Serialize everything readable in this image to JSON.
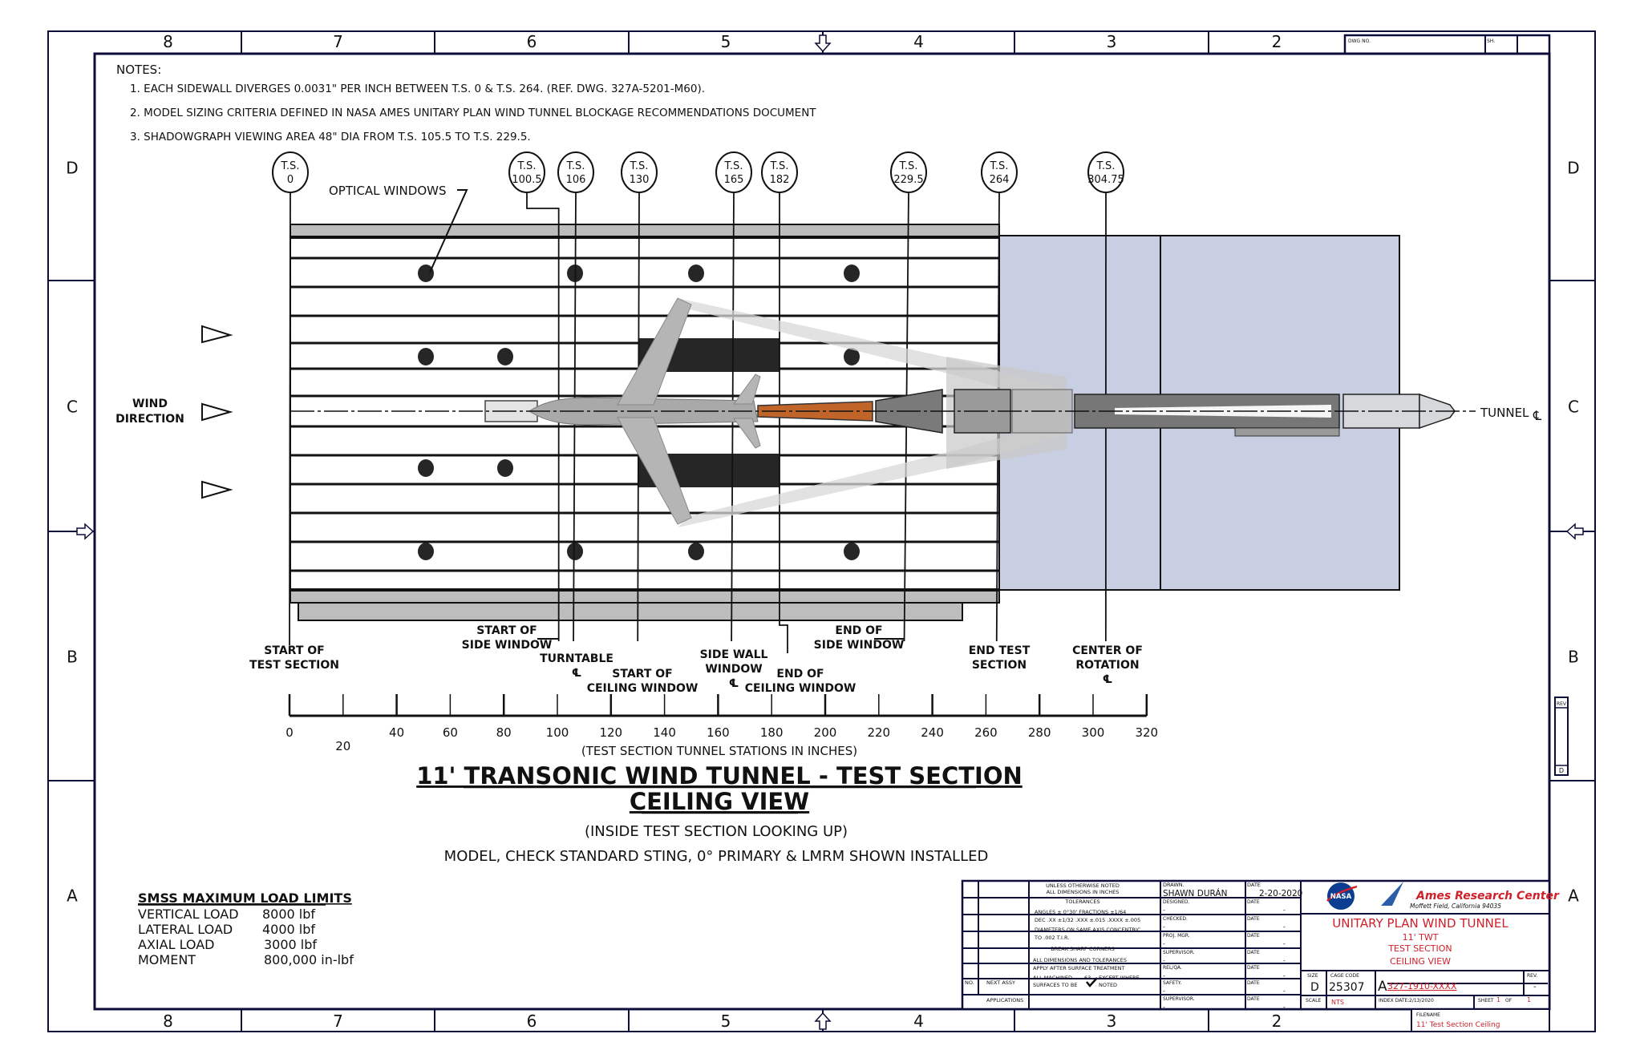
{
  "border": {
    "columns": [
      "8",
      "7",
      "6",
      "5",
      "4",
      "3",
      "2"
    ],
    "rows": [
      "D",
      "C",
      "B",
      "A"
    ]
  },
  "notes": {
    "heading": "NOTES:",
    "items": [
      "1.  EACH SIDEWALL DIVERGES 0.0031\" PER INCH BETWEEN T.S. 0 & T.S. 264. (REF. DWG. 327A-5201-M60).",
      "2.  MODEL SIZING CRITERIA DEFINED IN NASA AMES UNITARY PLAN WIND TUNNEL BLOCKAGE RECOMMENDATIONS DOCUMENT",
      "3.  SHADOWGRAPH VIEWING AREA 48\" DIA FROM T.S. 105.5 TO T.S. 229.5."
    ]
  },
  "stations": [
    {
      "prefix": "T.S.",
      "value": "0",
      "ts": 0
    },
    {
      "prefix": "T.S.",
      "value": "100.5",
      "ts": 100.5
    },
    {
      "prefix": "T.S.",
      "value": "106",
      "ts": 106
    },
    {
      "prefix": "T.S.",
      "value": "130",
      "ts": 130
    },
    {
      "prefix": "T.S.",
      "value": "165",
      "ts": 165
    },
    {
      "prefix": "T.S.",
      "value": "182",
      "ts": 182
    },
    {
      "prefix": "T.S.",
      "value": "229.5",
      "ts": 229.5
    },
    {
      "prefix": "T.S.",
      "value": "264",
      "ts": 264
    },
    {
      "prefix": "T.S.",
      "value": "304.75",
      "ts": 304.75
    }
  ],
  "labels": {
    "optical_windows": "OPTICAL WINDOWS",
    "wind_line1": "WIND",
    "wind_line2": "DIRECTION",
    "tunnel_cl": "TUNNEL",
    "cl_symbol": "℄",
    "start_test_1": "START OF",
    "start_test_2": "TEST SECTION",
    "start_side_1": "START OF",
    "start_side_2": "SIDE WINDOW",
    "turntable": "TURNTABLE",
    "start_ceiling_1": "START OF",
    "start_ceiling_2": "CEILING WINDOW",
    "side_wall_1": "SIDE WALL",
    "side_wall_2": "WINDOW",
    "end_ceiling_1": "END OF",
    "end_ceiling_2": "CEILING WINDOW",
    "end_side_1": "END OF",
    "end_side_2": "SIDE WINDOW",
    "end_test_1": "END TEST",
    "end_test_2": "SECTION",
    "center_rot_1": "CENTER OF",
    "center_rot_2": "ROTATION"
  },
  "scale": {
    "ticks": [
      "0",
      "20",
      "40",
      "60",
      "80",
      "100",
      "120",
      "140",
      "160",
      "180",
      "200",
      "220",
      "240",
      "260",
      "280",
      "300",
      "320"
    ],
    "caption": "(TEST SECTION TUNNEL STATIONS IN INCHES)"
  },
  "title": {
    "line1": "11' TRANSONIC WIND TUNNEL - TEST SECTION",
    "line2": "CEILING VIEW",
    "sub1": "(INSIDE TEST SECTION LOOKING UP)",
    "sub2": "MODEL, CHECK STANDARD STING, 0° PRIMARY & LMRM SHOWN INSTALLED"
  },
  "load_limits": {
    "heading": "SMSS MAXIMUM LOAD LIMITS",
    "rows": [
      {
        "label": "VERTICAL LOAD",
        "value": "8000 lbf"
      },
      {
        "label": "LATERAL LOAD",
        "value": "4000 lbf"
      },
      {
        "label": "AXIAL LOAD",
        "value": "3000 lbf"
      },
      {
        "label": "MOMENT",
        "value": "800,000 in-lbf"
      }
    ]
  },
  "title_block": {
    "dwg_no_label": "DWG NO.",
    "sh_label": "SH.",
    "unless_1": "UNLESS OTHERWISE NOTED",
    "unless_2": "ALL DIMENSIONS IN INCHES",
    "tolerances": "TOLERANCES",
    "tol_1": "ANGLES ± 0°30'   FRACTIONS ±1/64",
    "tol_2": "DEC .XX ±1/32   .XXX ±.015   .XXXX ±.005",
    "tol_3": "DIAMETERS ON SAME AXIS CONCENTRIC",
    "tol_4": "TO .002   T.I.R.",
    "break_corners": "BREAK SHARP CORNERS",
    "apply_1": "ALL DIMENSIONS AND TOLERANCES",
    "apply_2": "APPLY AFTER SURFACE TREATMENT",
    "machined_1": "ALL MACHINED",
    "machined_2": "SURFACES TO BE",
    "finish": "63",
    "except_1": "EXCEPT WHERE",
    "except_2": "NOTED",
    "no_label": "NO.",
    "next_assy": "NEXT ASSY",
    "applications": "APPLICATIONS",
    "drawn_label": "DRAWN.",
    "drawn_by": "SHAWN DURÁN",
    "date_label": "DATE",
    "drawn_date": "2-20-2020",
    "signoffs": [
      "DESIGNED.",
      "CHECKED.",
      "PROJ. MGR.",
      "SUPERVISOR.",
      "REL/QA.",
      "SAFETY.",
      "SUPERVISOR."
    ],
    "dash": "-",
    "center": "Ames Research Center",
    "center_addr": "Moffett Field, California 94035",
    "nasa": "NASA",
    "facility": "UNITARY PLAN WIND TUNNEL",
    "sub_a": "11' TWT",
    "sub_b": "TEST SECTION",
    "sub_c": "CEILING VIEW",
    "size_label": "SIZE",
    "size": "D",
    "cage_label": "CAGE CODE",
    "cage": "25307",
    "dwg_prefix": "A",
    "dwg_no": "327-1910-XXXX",
    "rev_label": "REV.",
    "rev": "-",
    "scale_label": "SCALE",
    "scale": "NTS",
    "index_label": "INDEX DATE:",
    "index_date": "2/13/2020",
    "sheet_label": "SHEET",
    "sheet": "1",
    "of_label": "OF",
    "of": "1",
    "filename_label": "FILENAME",
    "filename": "11' Test Section Ceiling"
  },
  "side_tab": {
    "top": "REV",
    "bottom": "D"
  },
  "colors": {
    "frame": "#0d0d3a",
    "shadow_area": "#c9cfe3",
    "orange_balance": "#c0642a",
    "window_fill": "#262626",
    "red_text": "#d0202a"
  }
}
